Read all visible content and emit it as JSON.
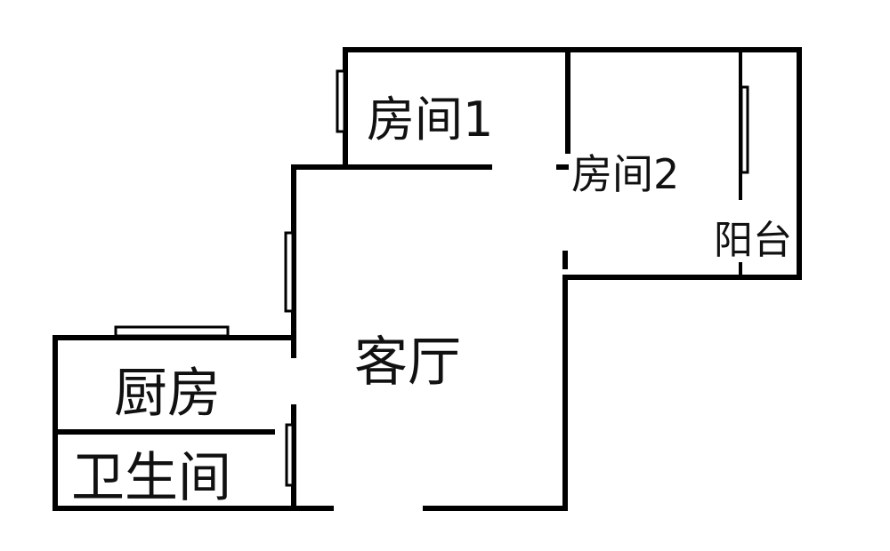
{
  "rooms": {
    "room1": "房间1",
    "room2": "房间2",
    "balcony": "阳台",
    "living": "客厅",
    "kitchen": "厨房",
    "bathroom": "卫生间"
  },
  "colors": {
    "wall": "#000000",
    "background": "#ffffff"
  }
}
